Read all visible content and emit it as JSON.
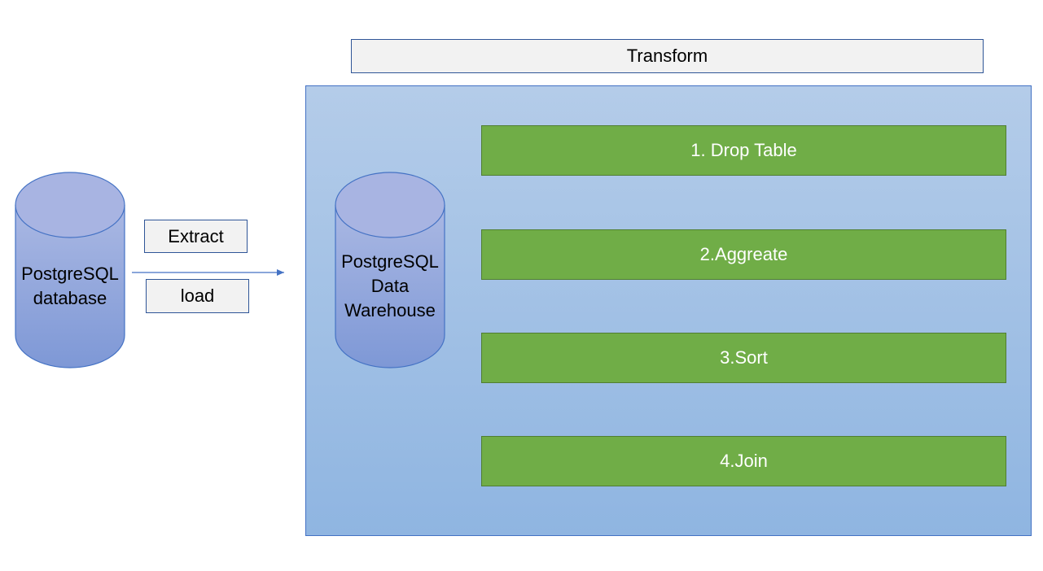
{
  "transform": {
    "label": "Transform"
  },
  "source": {
    "line1": "PostgreSQL",
    "line2": "database"
  },
  "warehouse": {
    "line1": "PostgreSQL",
    "line2": "Data",
    "line3": "Warehouse"
  },
  "flow": {
    "extract_label": "Extract",
    "load_label": "load"
  },
  "steps": [
    {
      "label": "1. Drop Table"
    },
    {
      "label": "2.Aggreate"
    },
    {
      "label": "3.Sort"
    },
    {
      "label": "4.Join"
    }
  ],
  "colors": {
    "step_fill": "#70ad47",
    "panel_fill": "#a6c2e6",
    "cylinder_fill": "#8ea6dc",
    "label_fill": "#f2f2f2",
    "border": "#4472c4"
  }
}
